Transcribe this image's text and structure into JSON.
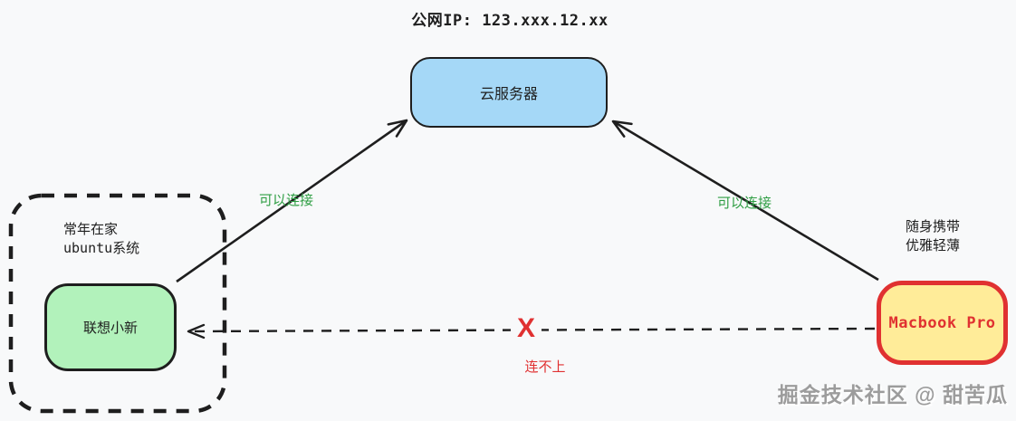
{
  "title": "公网IP: 123.xxx.12.xx",
  "colors": {
    "background": "#f8f9fa",
    "stroke_dark": "#1e1e1e",
    "cloud_fill": "#a5d8f7",
    "lenovo_fill": "#b2f2bb",
    "macbook_fill": "#ffec99",
    "macbook_border": "#e03131",
    "success_green": "#2f9e44",
    "fail_red": "#e03131",
    "watermark_gray": "#9c9c9c"
  },
  "nodes": {
    "cloud_server": {
      "label": "云服务器"
    },
    "lenovo": {
      "label": "联想小新"
    },
    "macbook": {
      "label": "Macbook Pro"
    }
  },
  "groups": {
    "home": {
      "caption_line1": "常年在家",
      "caption_line2": "ubuntu系统"
    }
  },
  "notes": {
    "macbook_line1": "随身携带",
    "macbook_line2": "优雅轻薄"
  },
  "edges": {
    "lenovo_to_cloud": {
      "label": "可以连接"
    },
    "macbook_to_cloud": {
      "label": "可以连接"
    },
    "macbook_to_lenovo": {
      "mark": "X",
      "label": "连不上"
    }
  },
  "watermark": "掘金技术社区 @ 甜苦瓜"
}
